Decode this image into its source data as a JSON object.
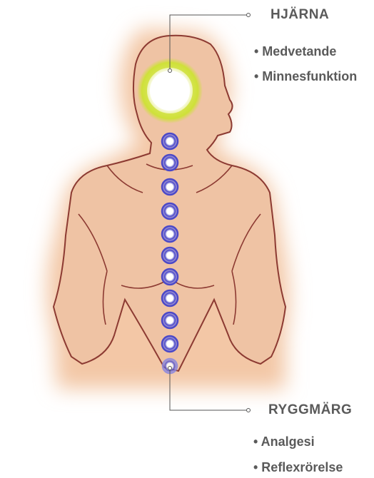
{
  "brain": {
    "heading": "HJÄRNA",
    "items": [
      "• Medvetande",
      "• Minnesfunktion"
    ]
  },
  "spinal_cord": {
    "heading": "RYGGMÄRG",
    "items": [
      "• Analgesi",
      "• Reflexrörelse"
    ]
  },
  "colors": {
    "skin": "#efc3a4",
    "outline": "#8c3a32",
    "brain_glow": "#cfe03a",
    "vertebra_ring": "#4a48c8",
    "leader_line": "#555555",
    "text": "#5a5a5a"
  }
}
